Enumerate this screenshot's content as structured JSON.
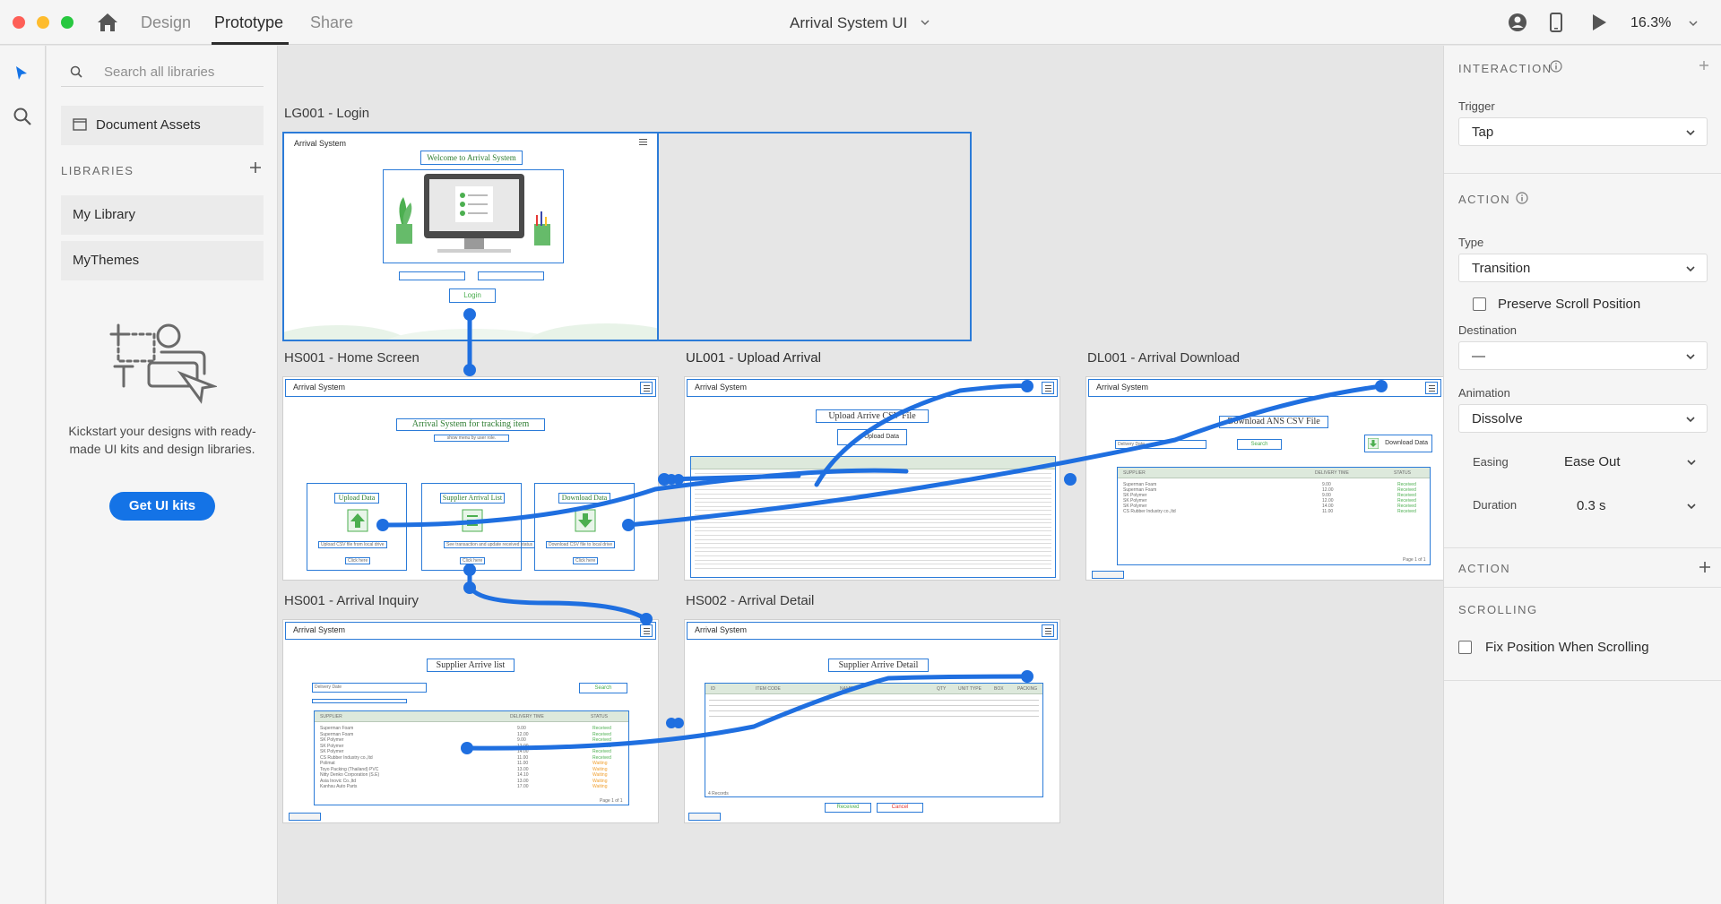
{
  "window": {
    "tabs": [
      "Design",
      "Prototype",
      "Share"
    ],
    "active_tab": "Prototype",
    "document_title": "Arrival System UI",
    "zoom": "16.3%"
  },
  "libraries_panel": {
    "search_placeholder": "Search all libraries",
    "document_assets": "Document Assets",
    "libraries_heading": "LIBRARIES",
    "libraries": [
      "My Library",
      "MyThemes"
    ],
    "kickstart_text": "Kickstart your designs with ready-made UI kits and design libraries.",
    "get_ui_kits_label": "Get UI kits"
  },
  "canvas": {
    "artboards": [
      {
        "id": "LG001",
        "title": "LG001 - Login"
      },
      {
        "id": "HS001",
        "title": "HS001 - Home Screen"
      },
      {
        "id": "UL001",
        "title": "UL001 - Upload Arrival"
      },
      {
        "id": "DL001",
        "title": "DL001 - Arrival Download"
      },
      {
        "id": "HS001b",
        "title": "HS001 - Arrival Inquiry"
      },
      {
        "id": "HS002",
        "title": "HS002 - Arrival Detail"
      }
    ],
    "app_name": "Arrival System",
    "login": {
      "welcome": "Welcome to Arrival System",
      "button": "Login"
    },
    "home": {
      "heading": "Arrival System for tracking item",
      "subheading": "show menu by user role.",
      "cards": [
        {
          "title": "Upload Data",
          "desc": "Upload CSV file from local drive",
          "link": "Click here"
        },
        {
          "title": "Supplier Arrival List",
          "desc": "See transaction and update received status",
          "link": "Click here"
        },
        {
          "title": "Download Data",
          "desc": "Download CSV file to local drive",
          "link": "Click here"
        }
      ]
    },
    "upload": {
      "heading": "Upload Arrive CSV File",
      "button": "Upload Data"
    },
    "download": {
      "heading": "Download ANS CSV File",
      "button": "Download Data",
      "filter_label": "Delivery Date",
      "search": "Search",
      "columns": [
        "SUPPLIER",
        "DELIVERY TIME",
        "STATUS"
      ],
      "footer": "Page 1 of 1"
    },
    "inquiry": {
      "heading": "Supplier Arrive list",
      "filter_label": "Delivery Date",
      "search": "Search",
      "columns": [
        "SUPPLIER",
        "DELIVERY TIME",
        "STATUS"
      ],
      "suppliers": [
        "Superman Foam",
        "Superman Foam",
        "SK Polymer",
        "SK Polymer",
        "SK Polymer",
        "CS Rubber Industry co.,ltd",
        "Polimat",
        "Toyo Packing (Thailand) PVC",
        "Nitty Denko Corporation (S.E)",
        "Asia Inovic Co.,ltd",
        "Kanhsu Auto Parts"
      ],
      "times": [
        "9.00",
        "12.00",
        "9.00",
        "12.00",
        "14.00",
        "11.00",
        "11.00",
        "13.00",
        "14.10",
        "13.00",
        "17.00"
      ],
      "statuses": [
        "Received",
        "Received",
        "Received",
        "Received",
        "Received",
        "Received",
        "Waiting",
        "Waiting",
        "Waiting",
        "Waiting",
        "Waiting"
      ],
      "footer": "Page 1 of 1"
    },
    "detail": {
      "heading": "Supplier Arrive Detail",
      "columns": [
        "ID",
        "ITEM CODE",
        "NAME",
        "QTY",
        "UNIT TYPE",
        "BOX",
        "PACKING"
      ],
      "received": "Received",
      "cancel": "Cancel",
      "records": "4 Records"
    }
  },
  "properties": {
    "interaction_heading": "INTERACTION",
    "trigger_label": "Trigger",
    "trigger_value": "Tap",
    "action_heading": "ACTION",
    "type_label": "Type",
    "type_value": "Transition",
    "preserve_scroll": "Preserve Scroll Position",
    "destination_label": "Destination",
    "destination_value": "—",
    "animation_label": "Animation",
    "animation_value": "Dissolve",
    "easing_label": "Easing",
    "easing_value": "Ease Out",
    "duration_label": "Duration",
    "duration_value": "0.3 s",
    "action2_heading": "ACTION",
    "scrolling_heading": "SCROLLING",
    "fix_position": "Fix Position When Scrolling"
  },
  "colors": {
    "accent": "#1473e6",
    "flow_wire": "#1f6fe0",
    "selection": "#2b7bd8"
  }
}
